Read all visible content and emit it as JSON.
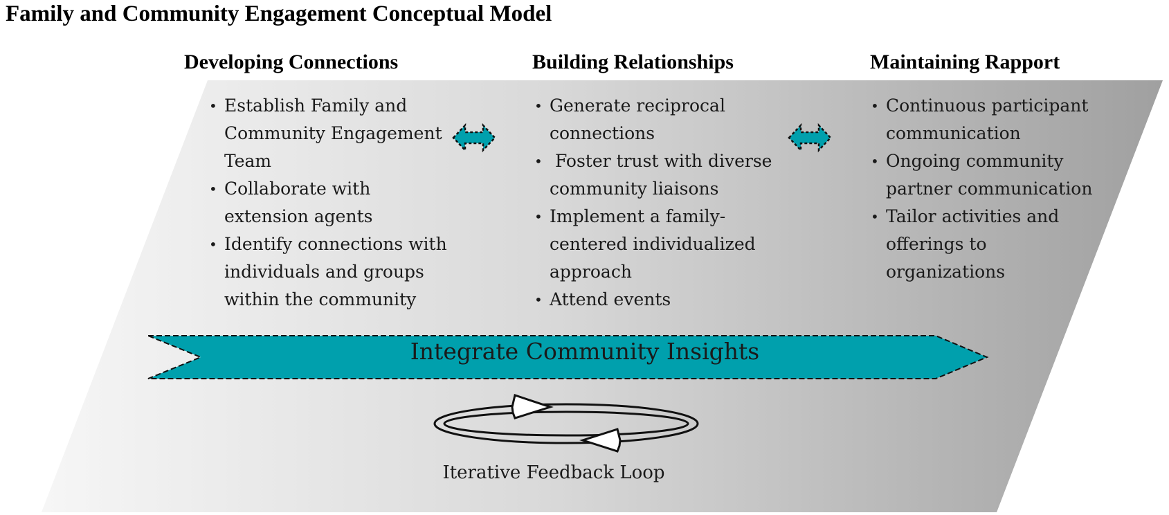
{
  "title": "Family and Community Engagement Conceptual Model",
  "columns": [
    {
      "heading": "Developing Connections",
      "bullets": [
        [
          "Establish Family and",
          "Community Engagement",
          "Team"
        ],
        [
          "Collaborate with",
          "extension agents"
        ],
        [
          "Identify connections with",
          "individuals and groups",
          "within the community"
        ]
      ]
    },
    {
      "heading": "Building Relationships",
      "bullets": [
        [
          "Generate reciprocal",
          "connections"
        ],
        [
          " Foster trust with diverse",
          "community liaisons"
        ],
        [
          "Implement a family-",
          "centered individualized",
          "approach"
        ],
        [
          "Attend events"
        ]
      ]
    },
    {
      "heading": "Maintaining Rapport",
      "bullets": [
        [
          "Continuous participant",
          "communication"
        ],
        [
          "Ongoing community",
          "partner communication"
        ],
        [
          "Tailor activities and",
          "offerings to",
          "organizations"
        ]
      ]
    }
  ],
  "integrate_label": "Integrate Community Insights",
  "loop_label": "Iterative Feedback Loop",
  "colors": {
    "teal": "#00a0ad",
    "band_light": "#f4f4f4",
    "band_dark": "#a2a2a2"
  }
}
